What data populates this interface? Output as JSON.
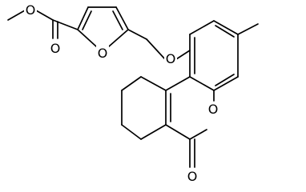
{
  "structure": {
    "atoms": [
      {
        "id": "O_methoxy",
        "label": "O"
      },
      {
        "id": "O_carbonyl1",
        "label": "O"
      },
      {
        "id": "O_furan",
        "label": "O"
      },
      {
        "id": "O_ether",
        "label": "O"
      },
      {
        "id": "O_lactone",
        "label": "O"
      },
      {
        "id": "O_carbonyl2",
        "label": "O"
      }
    ],
    "colors": {
      "bond": "#000000",
      "label": "#000000",
      "background": "#ffffff"
    }
  }
}
